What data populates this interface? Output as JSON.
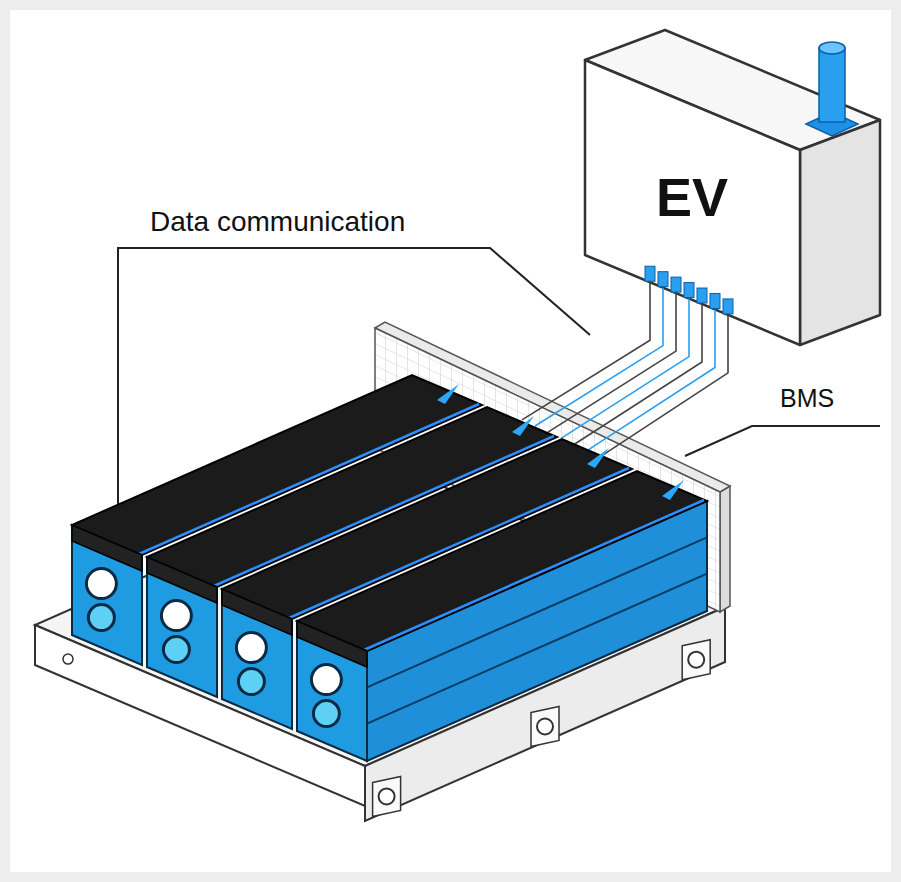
{
  "diagram": {
    "nodes": [
      {
        "text": [
          "EV"
        ]
      }
    ],
    "labels": [
      "Data communication",
      "BMS"
    ]
  }
}
